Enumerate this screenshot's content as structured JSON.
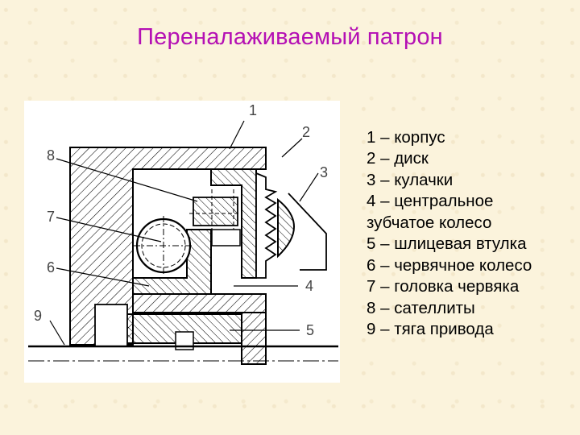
{
  "title": "Переналаживаемый патрон",
  "callouts": [
    "1",
    "2",
    "3",
    "4",
    "5",
    "6",
    "7",
    "8",
    "9"
  ],
  "legend": [
    "1 – корпус",
    "2 – диск",
    "3 – кулачки",
    "4 – центральное зубчатое колесо",
    "5 – шлицевая втулка",
    "6 – червячное колесо",
    "7 – головка червяка",
    "8 – сателлиты",
    "9 – тяга привода"
  ],
  "colors": {
    "title": "#b40fb4",
    "background": "#fbf3dc",
    "line": "#000000"
  }
}
